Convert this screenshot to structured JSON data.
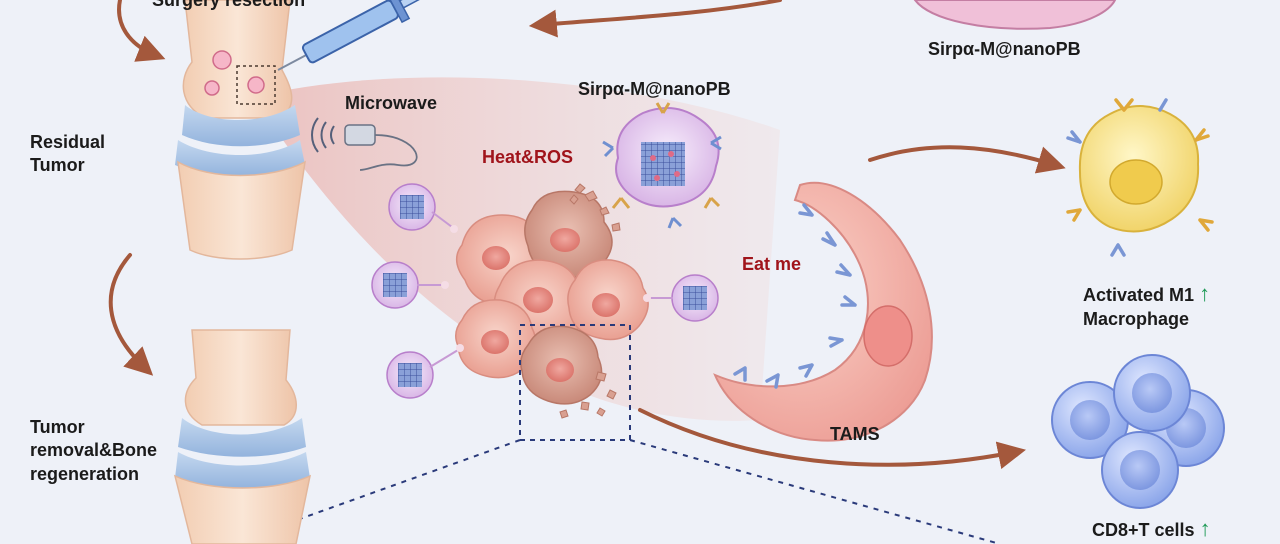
{
  "labels": {
    "top_left_partial": "Surgery resection",
    "top_right_nano": "Sirpα-M@nanoPB",
    "microwave": "Microwave",
    "center_nano": "Sirpα-M@nanoPB",
    "heat_ros": "Heat&ROS",
    "residual_tumor": [
      "Residual",
      "Tumor"
    ],
    "eat_me": "Eat me",
    "tams": "TAMS",
    "activated_m1": [
      "Activated M1",
      "Macrophage"
    ],
    "tumor_removal": [
      "Tumor",
      "removal&Bone",
      "regeneration"
    ],
    "cd8": "CD8+T cells",
    "up_arrow": "↑"
  },
  "colors": {
    "background": "#eef1f8",
    "arrow": "#a4583c",
    "bone": "#f6dcc6",
    "cartilage": "#a9c6e6",
    "tumor_cell": "#f2b8ad",
    "macrophage": "#f1a7a1",
    "m1": "#f5e07a",
    "tcell": "#a9bdf0",
    "label_red": "#a0141b",
    "up_green": "#1f9a57"
  }
}
